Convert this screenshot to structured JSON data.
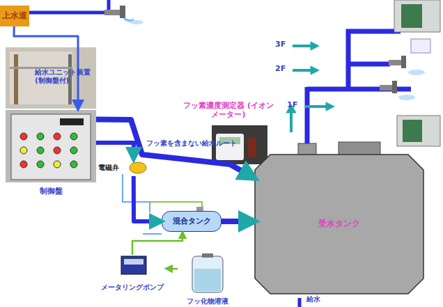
{
  "diagram": {
    "nodes": [
      {
        "text": [
          "上水道"
        ]
      },
      {
        "text": [
          "フッ素濃度測定器 (イオンメーター)"
        ]
      },
      {
        "text": [
          "制御盤"
        ]
      },
      {
        "text": [
          "電磁弁"
        ]
      },
      {
        "text": [
          "受水タンク"
        ]
      },
      {
        "text": [
          "混合タンク"
        ]
      },
      {
        "text": [
          "メータリングポンプ"
        ]
      },
      {
        "text": [
          "フッ化物溶液"
        ]
      }
    ],
    "edges": [
      {
        "from": 0,
        "to": 2,
        "arrow": "to"
      },
      {
        "from": 2,
        "to": 4,
        "label": "フッ素を含まない給水ルート",
        "arrow": "to"
      },
      {
        "from": 2,
        "to": 3,
        "arrow": "to"
      },
      {
        "from": 3,
        "to": 5,
        "arrow": "to"
      },
      {
        "from": 7,
        "to": 6,
        "arrow": "to"
      },
      {
        "from": 6,
        "to": 5,
        "arrow": "to"
      },
      {
        "from": 5,
        "to": 4,
        "arrow": "to"
      }
    ],
    "labels": [
      "給水ユニット装置 (制御盤付)",
      "3F",
      "2F",
      "1F",
      "給水"
    ]
  }
}
